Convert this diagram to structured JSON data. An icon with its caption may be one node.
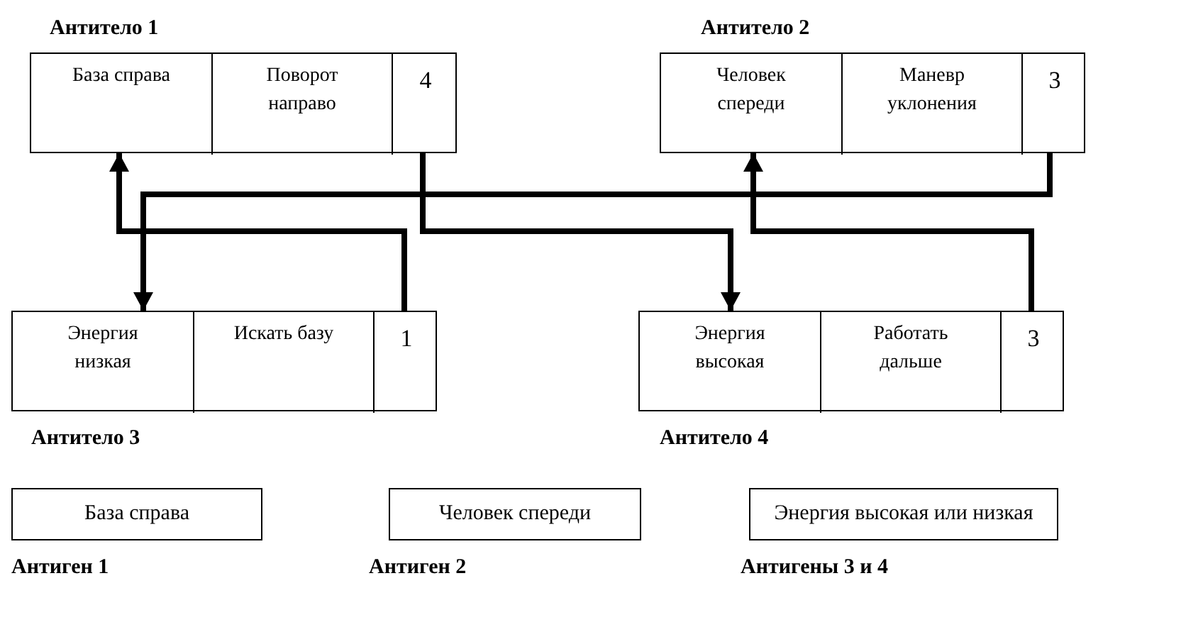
{
  "diagram": {
    "nodes": [
      {
        "text": [
          "Антитело 1"
        ]
      },
      {
        "text": [
          "База справа"
        ],
        "in": 0
      },
      {
        "text": [
          "Поворот направо"
        ],
        "in": 0
      },
      {
        "text": [
          "4"
        ],
        "in": 0
      },
      {
        "text": [
          "Антитело 2"
        ]
      },
      {
        "text": [
          "Человек спереди"
        ],
        "in": 4
      },
      {
        "text": [
          "Маневр уклонения"
        ],
        "in": 4
      },
      {
        "text": [
          "3"
        ],
        "in": 4
      },
      {
        "text": [
          "Антитело 3"
        ]
      },
      {
        "text": [
          "Энергия низкая"
        ],
        "in": 8
      },
      {
        "text": [
          "Искать базу"
        ],
        "in": 8
      },
      {
        "text": [
          "1"
        ],
        "in": 8
      },
      {
        "text": [
          "Антитело 4"
        ]
      },
      {
        "text": [
          "Энергия высокая"
        ],
        "in": 12
      },
      {
        "text": [
          "Работать дальше"
        ],
        "in": 12
      },
      {
        "text": [
          "3"
        ],
        "in": 12
      },
      {
        "text": [
          "База справа",
          "Антиген 1"
        ]
      },
      {
        "text": [
          "Человек спереди",
          "Антиген 2"
        ]
      },
      {
        "text": [
          "Энергия высокая или низкая",
          "Антигены 3 и 4"
        ]
      }
    ],
    "edges": [
      {
        "from": 11,
        "to": 1,
        "arrow": "to"
      },
      {
        "from": 3,
        "to": 13,
        "arrow": "to"
      },
      {
        "from": 7,
        "to": 9,
        "arrow": "to"
      },
      {
        "from": 15,
        "to": 5,
        "arrow": "to"
      }
    ]
  }
}
